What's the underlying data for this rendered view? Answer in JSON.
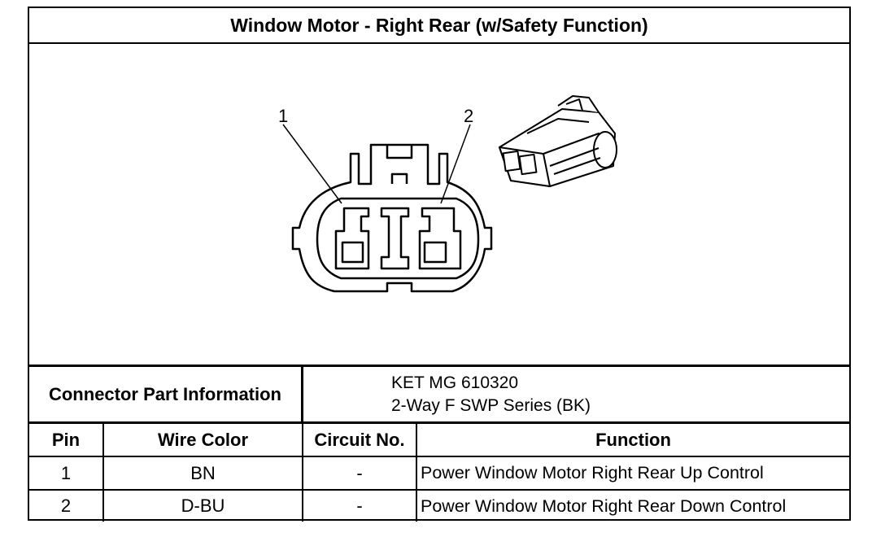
{
  "title": "Window Motor - Right Rear (w/Safety Function)",
  "diagram": {
    "callouts": [
      "1",
      "2"
    ],
    "icons": [
      "connector-face-icon",
      "connector-body-icon"
    ]
  },
  "connector": {
    "label": "Connector Part Information",
    "part_number": "KET MG 610320",
    "description": "2-Way F SWP Series (BK)"
  },
  "table": {
    "headers": [
      "Pin",
      "Wire Color",
      "Circuit No.",
      "Function"
    ],
    "rows": [
      [
        "1",
        "BN",
        "-",
        "Power Window Motor Right Rear Up Control"
      ],
      [
        "2",
        "D-BU",
        "-",
        "Power Window Motor Right Rear Down Control"
      ]
    ]
  }
}
